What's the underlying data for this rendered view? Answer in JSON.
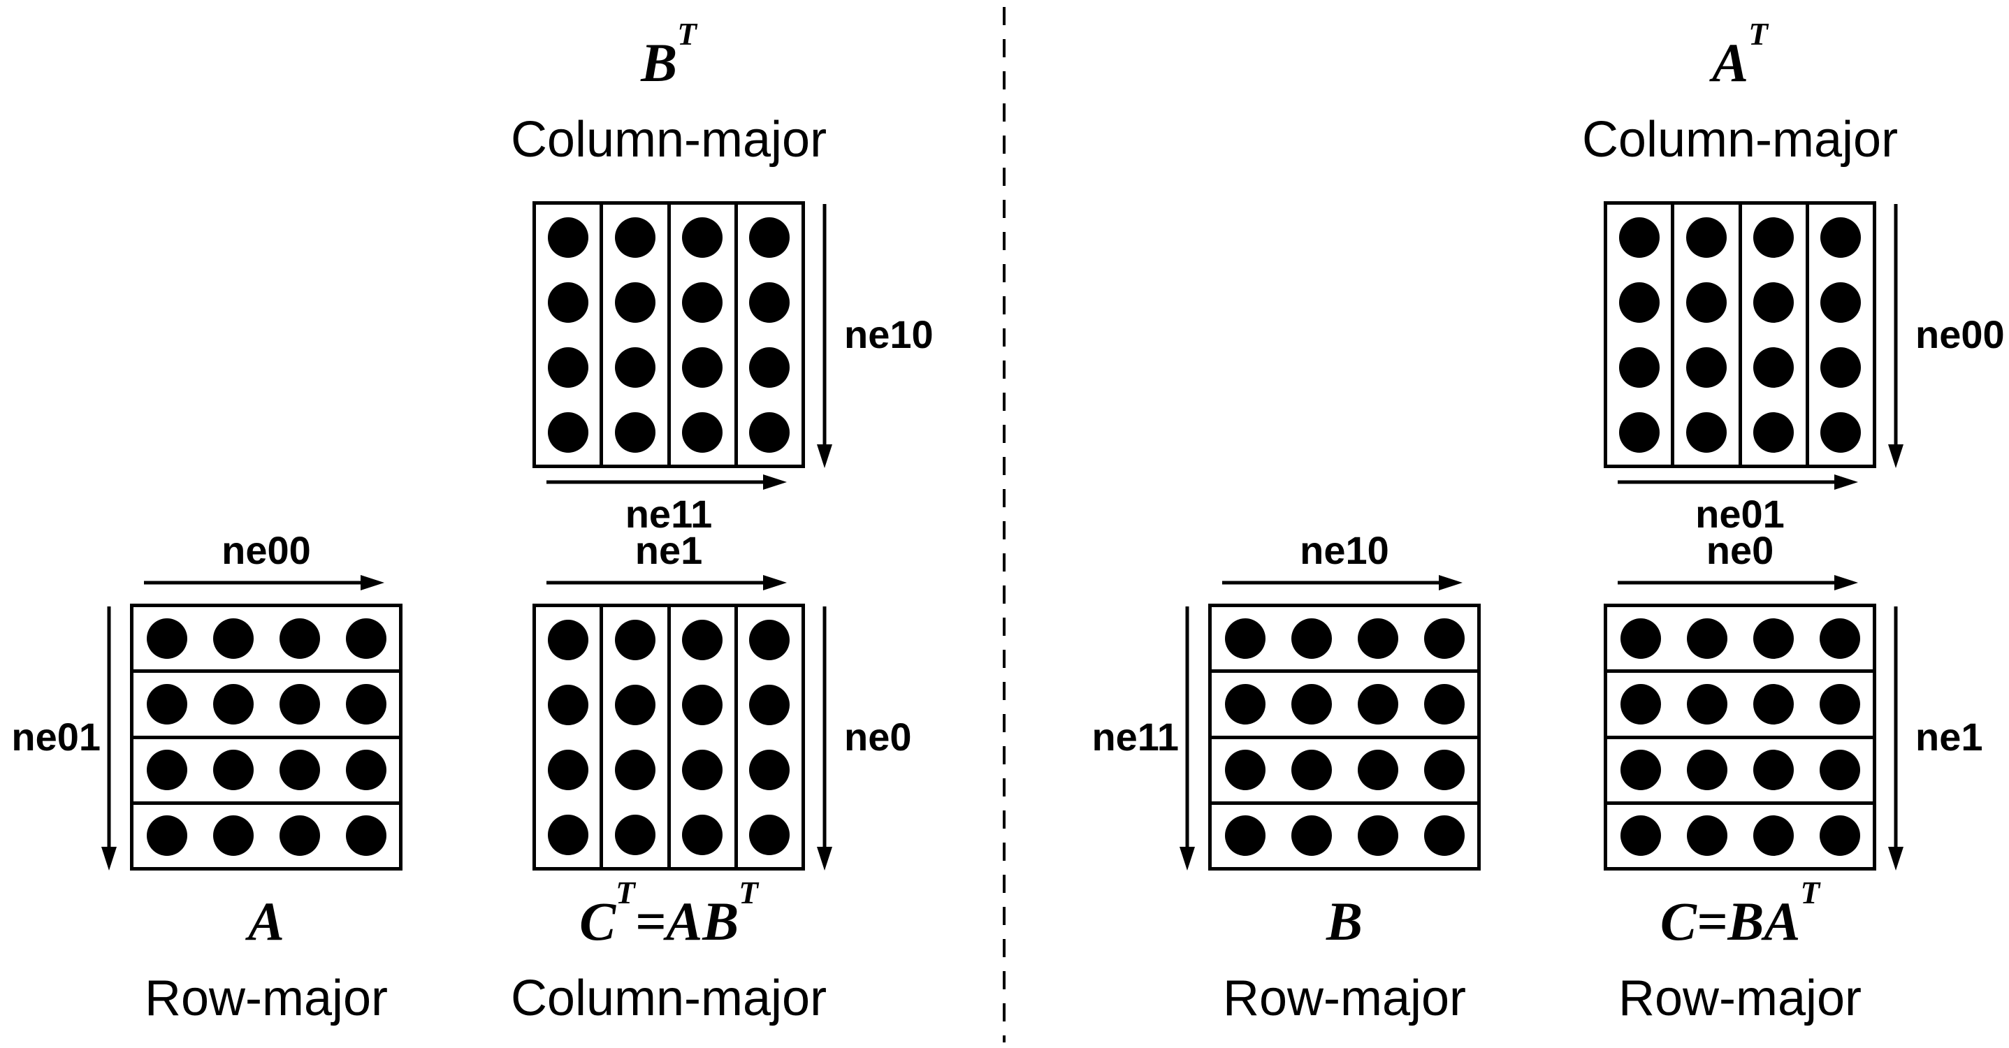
{
  "colors": {
    "ink": "#000000",
    "background": "#ffffff"
  },
  "diagram": {
    "grid": {
      "rows": 4,
      "cols": 4
    },
    "left_panel": {
      "b_transpose": {
        "formula": "B^T",
        "storage": "Column-major",
        "layout": "column-major",
        "right_arrow_label": "ne10",
        "bottom_arrow_label": "ne11"
      },
      "a": {
        "formula": "A",
        "storage": "Row-major",
        "layout": "row-major",
        "top_arrow_label": "ne00",
        "left_arrow_label": "ne01"
      },
      "c_transpose": {
        "formula": "C^T=AB^T",
        "storage": "Column-major",
        "layout": "column-major",
        "top_arrow_label": "ne1",
        "right_arrow_label": "ne0"
      }
    },
    "right_panel": {
      "a_transpose": {
        "formula": "A^T",
        "storage": "Column-major",
        "layout": "column-major",
        "right_arrow_label": "ne00",
        "bottom_arrow_label": "ne01"
      },
      "b": {
        "formula": "B",
        "storage": "Row-major",
        "layout": "row-major",
        "top_arrow_label": "ne10",
        "left_arrow_label": "ne11"
      },
      "c": {
        "formula": "C=BA^T",
        "storage": "Row-major",
        "layout": "row-major",
        "top_arrow_label": "ne0",
        "right_arrow_label": "ne1"
      }
    }
  }
}
